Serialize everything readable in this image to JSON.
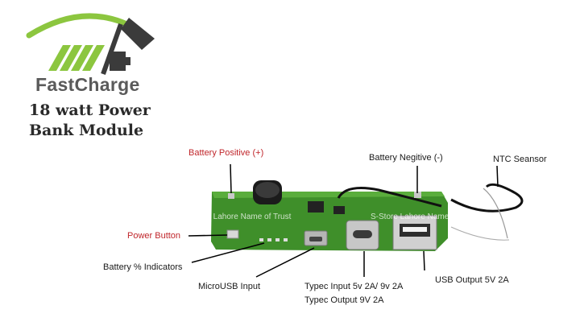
{
  "brand": {
    "name": "FastCharge",
    "icon": "gauge-battery-logo-icon",
    "colors": {
      "green": "#8cc63f",
      "dark": "#3b3b3b"
    }
  },
  "title": {
    "line1": "18 watt Power",
    "line2": "Bank Module"
  },
  "labels": {
    "battery_positive": "Battery Positive (+)",
    "battery_negative": "Battery Negitive (-)",
    "ntc_sensor": "NTC Seansor",
    "power_button": "Power Button",
    "battery_indicators": "Battery % Indicators",
    "microusb_input": "MicroUSB Input",
    "typec_line1": "Typec Input 5v 2A/ 9v 2A",
    "typec_line2": "Typec Output 9V 2A",
    "usb_output": "USB Output 5V 2A"
  },
  "watermark": {
    "left": "S-Store Lahore Name of Trust",
    "right": "S-Store Lahore Name of Trust"
  },
  "colors": {
    "pcb": "#3f8f2a",
    "red_label": "#c0262b"
  }
}
